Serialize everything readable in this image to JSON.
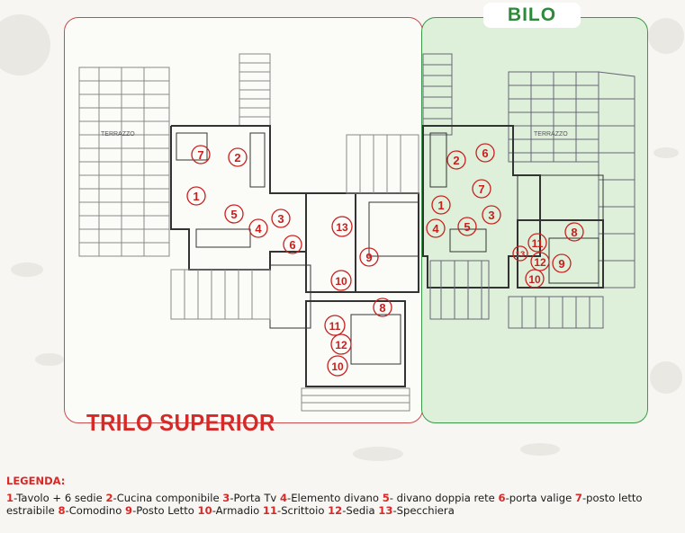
{
  "titles": {
    "trilo": "TRILO SUPERIOR",
    "bilo": "BILO"
  },
  "plan_labels": {
    "terrazzo": "TERRAZZO"
  },
  "markers": {
    "trilo": [
      "7",
      "2",
      "1",
      "5",
      "4",
      "3",
      "6",
      "13",
      "9",
      "10",
      "8",
      "11",
      "12",
      "10"
    ],
    "bilo": [
      "6",
      "2",
      "7",
      "1",
      "3",
      "4",
      "5",
      "13",
      "11",
      "12",
      "9",
      "8",
      "10"
    ]
  },
  "legend": {
    "title": "LEGENDA:",
    "items": [
      {
        "num": "1",
        "text": "-Tavolo + 6 sedie "
      },
      {
        "num": "2",
        "text": "-Cucina componibile "
      },
      {
        "num": "3",
        "text": "-Porta Tv "
      },
      {
        "num": "4",
        "text": "-Elemento divano  "
      },
      {
        "num": "5",
        "text": "- divano doppia rete "
      },
      {
        "num": "6",
        "text": "-porta valige "
      },
      {
        "num": "7",
        "text": "-posto letto estraibile  "
      },
      {
        "num": "8",
        "text": "-Comodino "
      },
      {
        "num": "9",
        "text": "-Posto Letto "
      },
      {
        "num": "10",
        "text": "-Armadio "
      },
      {
        "num": "11",
        "text": "-Scrittoio  "
      },
      {
        "num": "12",
        "text": "-Sedia "
      },
      {
        "num": "13",
        "text": "-Specchiera"
      }
    ]
  },
  "colors": {
    "accent_red": "#d52a28",
    "accent_green": "#2e8a3a",
    "bilo_fill": "#dff0da"
  }
}
